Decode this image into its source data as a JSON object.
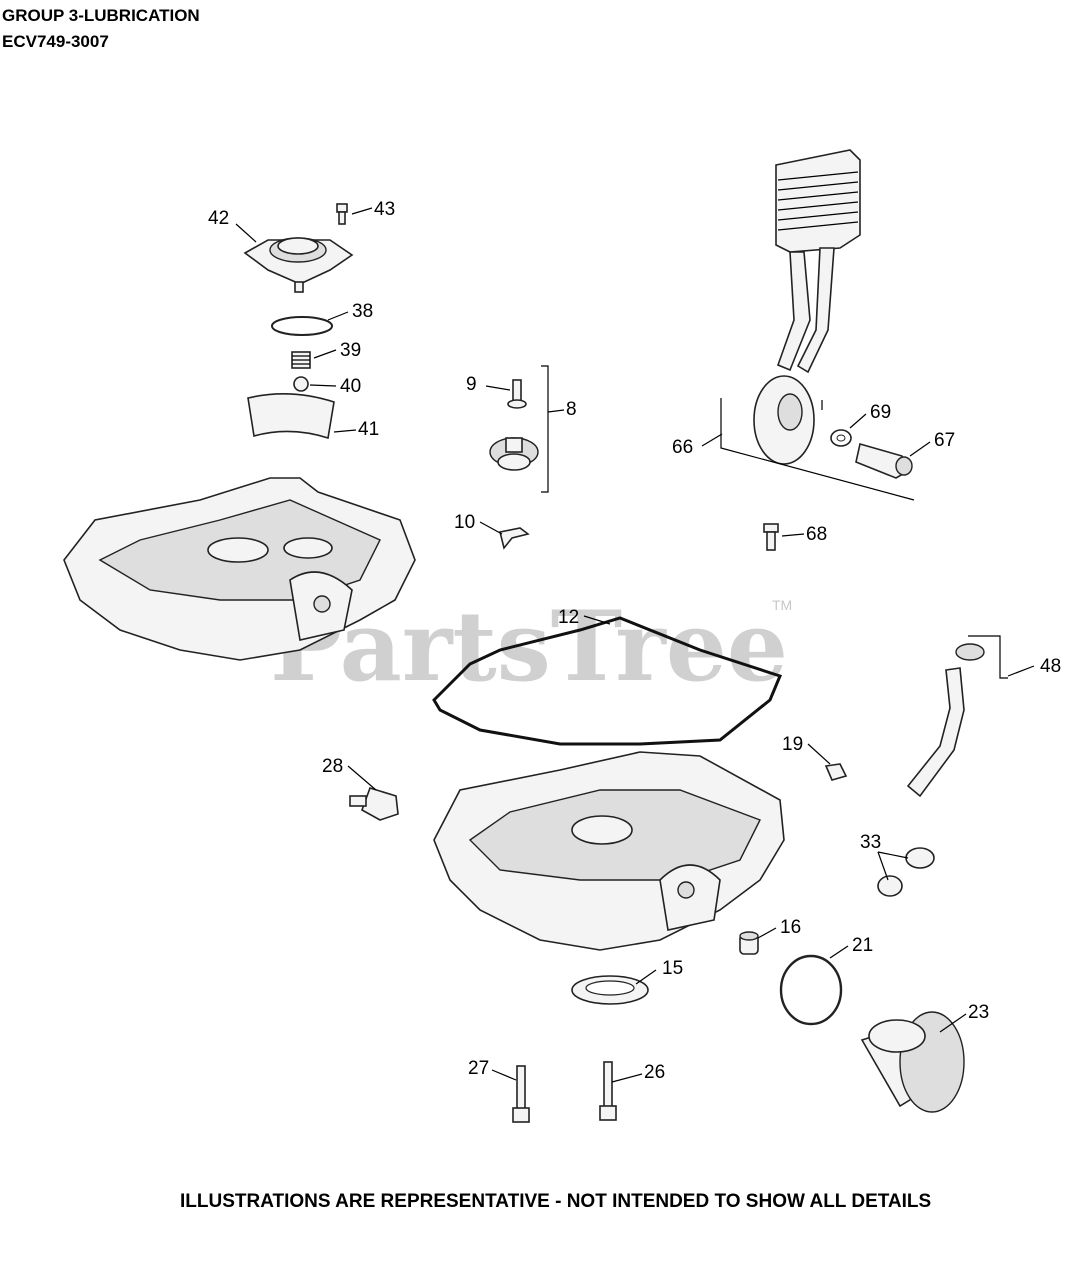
{
  "header": {
    "group_title": "GROUP 3-LUBRICATION",
    "model": "ECV749-3007"
  },
  "watermark": "PartsTree",
  "watermark_tm": "TM",
  "footer_note": "ILLUSTRATIONS ARE REPRESENTATIVE - NOT INTENDED TO SHOW ALL DETAILS",
  "callouts": [
    "42",
    "43",
    "38",
    "39",
    "40",
    "41",
    "9",
    "8",
    "10",
    "66",
    "69",
    "67",
    "68",
    "12",
    "48",
    "28",
    "19",
    "33",
    "16",
    "21",
    "15",
    "23",
    "27",
    "26"
  ],
  "colors": {
    "watermark": "#d0d0d0",
    "line": "#000000",
    "part_fill": "#f4f4f4"
  }
}
